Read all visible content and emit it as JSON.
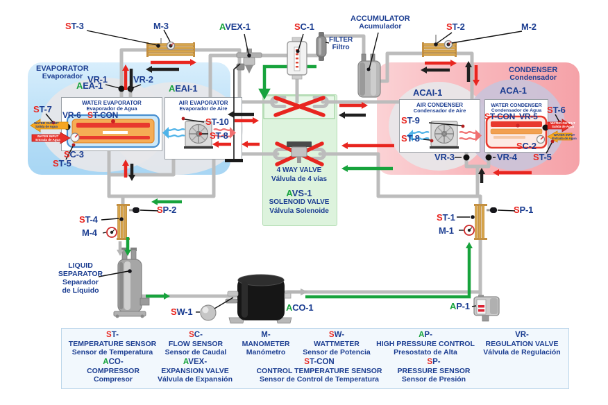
{
  "panels": {
    "evap_en": "EVAPORATOR",
    "evap_es": "Evaporador",
    "cond_en": "CONDENSER",
    "cond_es": "Condensador"
  },
  "units": {
    "water_evaporator": {
      "en": "WATER EVAPORATOR",
      "es": "Evaporador de Agua"
    },
    "air_evaporator": {
      "en": "AIR EVAPORATOR",
      "es": "Evaporador de Aire"
    },
    "air_condenser": {
      "en": "AIR CONDENSER",
      "es": "Condensador de Aire"
    },
    "water_condenser": {
      "en": "WATER CONDENSER",
      "es": "Condensador de Agua"
    }
  },
  "misc": {
    "accumulator_en": "ACCUMULATOR",
    "accumulator_es": "Acumulador",
    "filter_en": "FILTER",
    "filter_es": "Filtro",
    "fourway_en": "4 WAY VALVE",
    "fourway_es": "Válvula de 4 vías",
    "solenoid_en": "SOLENOID VALVE",
    "solenoid_es": "Válvula Solenoide",
    "sep1": "LIQUID",
    "sep2": "SEPARATOR",
    "sep3": "Separador",
    "sep4": "de Líquido",
    "water_out_en": "WATER OUTPUT",
    "water_out_es": "Salida de Agua",
    "water_in_en": "WATER INPUT",
    "water_in_es": "Entrada de Agua"
  },
  "labels": {
    "st1": {
      "p": "S",
      "r": "T-1"
    },
    "st2": {
      "p": "S",
      "r": "T-2"
    },
    "st3": {
      "p": "S",
      "r": "T-3"
    },
    "st4": {
      "p": "S",
      "r": "T-4"
    },
    "st5": {
      "p": "S",
      "r": "T-5"
    },
    "st6": {
      "p": "S",
      "r": "T-6"
    },
    "st7": {
      "p": "S",
      "r": "T-7"
    },
    "st8": {
      "p": "S",
      "r": "T-8"
    },
    "st9": {
      "p": "S",
      "r": "T-9"
    },
    "st10": {
      "p": "S",
      "r": "T-10"
    },
    "stcon": {
      "p": "S",
      "r": "T-CON"
    },
    "sc1": {
      "p": "S",
      "r": "C-1"
    },
    "sc2": {
      "p": "S",
      "r": "C-2"
    },
    "sc3": {
      "p": "S",
      "r": "C-3"
    },
    "sp1": {
      "p": "S",
      "r": "P-1"
    },
    "sp2": {
      "p": "S",
      "r": "P-2"
    },
    "sw1": {
      "p": "S",
      "r": "W-1"
    },
    "m1": {
      "r": "M-1"
    },
    "m2": {
      "r": "M-2"
    },
    "m3": {
      "r": "M-3"
    },
    "m4": {
      "r": "M-4"
    },
    "vr1": {
      "r": "VR-1"
    },
    "vr2": {
      "r": "VR-2"
    },
    "vr3": {
      "r": "VR-3"
    },
    "vr4": {
      "r": "VR-4"
    },
    "vr5": {
      "r": "VR-5"
    },
    "vr6": {
      "r": "VR-6"
    },
    "avex1": {
      "p": "A",
      "r": "VEX-1"
    },
    "avs1": {
      "p": "A",
      "r": "VS-1"
    },
    "aco1": {
      "p": "A",
      "r": "CO-1"
    },
    "ap1": {
      "p": "A",
      "r": "P-1"
    },
    "aea1": {
      "p": "A",
      "r": "EA-1"
    },
    "aeai1": {
      "p": "A",
      "r": "EAI-1"
    },
    "acai1": {
      "r": "ACAI-1"
    },
    "aca1": {
      "r": "ACA-1"
    }
  },
  "legend": {
    "r1": [
      {
        "code": {
          "p": "S",
          "r": "T-"
        },
        "en": "TEMPERATURE SENSOR",
        "es": "Sensor de Temperatura"
      },
      {
        "code": {
          "p": "S",
          "r": "C-"
        },
        "en": "FLOW SENSOR",
        "es": "Sensor de Caudal"
      },
      {
        "code": {
          "p": "",
          "r": "M-"
        },
        "en": "MANOMETER",
        "es": "Manómetro"
      },
      {
        "code": {
          "p": "S",
          "r": "W-"
        },
        "en": "WATTMETER",
        "es": "Sensor de Potencia"
      },
      {
        "code": {
          "p": "A",
          "r": "P-"
        },
        "en": "HIGH PRESSURE CONTROL",
        "es": "Presostato de Alta"
      },
      {
        "code": {
          "p": "",
          "r": "VR-"
        },
        "en": "REGULATION VALVE",
        "es": "Válvula de Regulación"
      }
    ],
    "r2": [
      {
        "code": {
          "p": "A",
          "r": "CO-"
        },
        "en": "COMPRESSOR",
        "es": "Compresor"
      },
      {
        "code": {
          "p": "A",
          "r": "VEX-"
        },
        "en": "EXPANSION VALVE",
        "es": "Válvula de Expansión"
      },
      {
        "code": {
          "p": "S",
          "r": "T-CON"
        },
        "en": "CONTROL TEMPERATURE SENSOR",
        "es": "Sensor de Control de Temperatura"
      },
      {
        "code": {
          "p": "S",
          "r": "P-"
        },
        "en": "PRESSURE SENSOR",
        "es": "Sensor de Presión"
      }
    ]
  },
  "colors": {
    "accent_blue": "#1b3d91",
    "sensor_red": "#e8251f",
    "actuator_green": "#17a33c",
    "pipe_gray": "#bcbcbc",
    "flow_green": "#17a33c"
  }
}
